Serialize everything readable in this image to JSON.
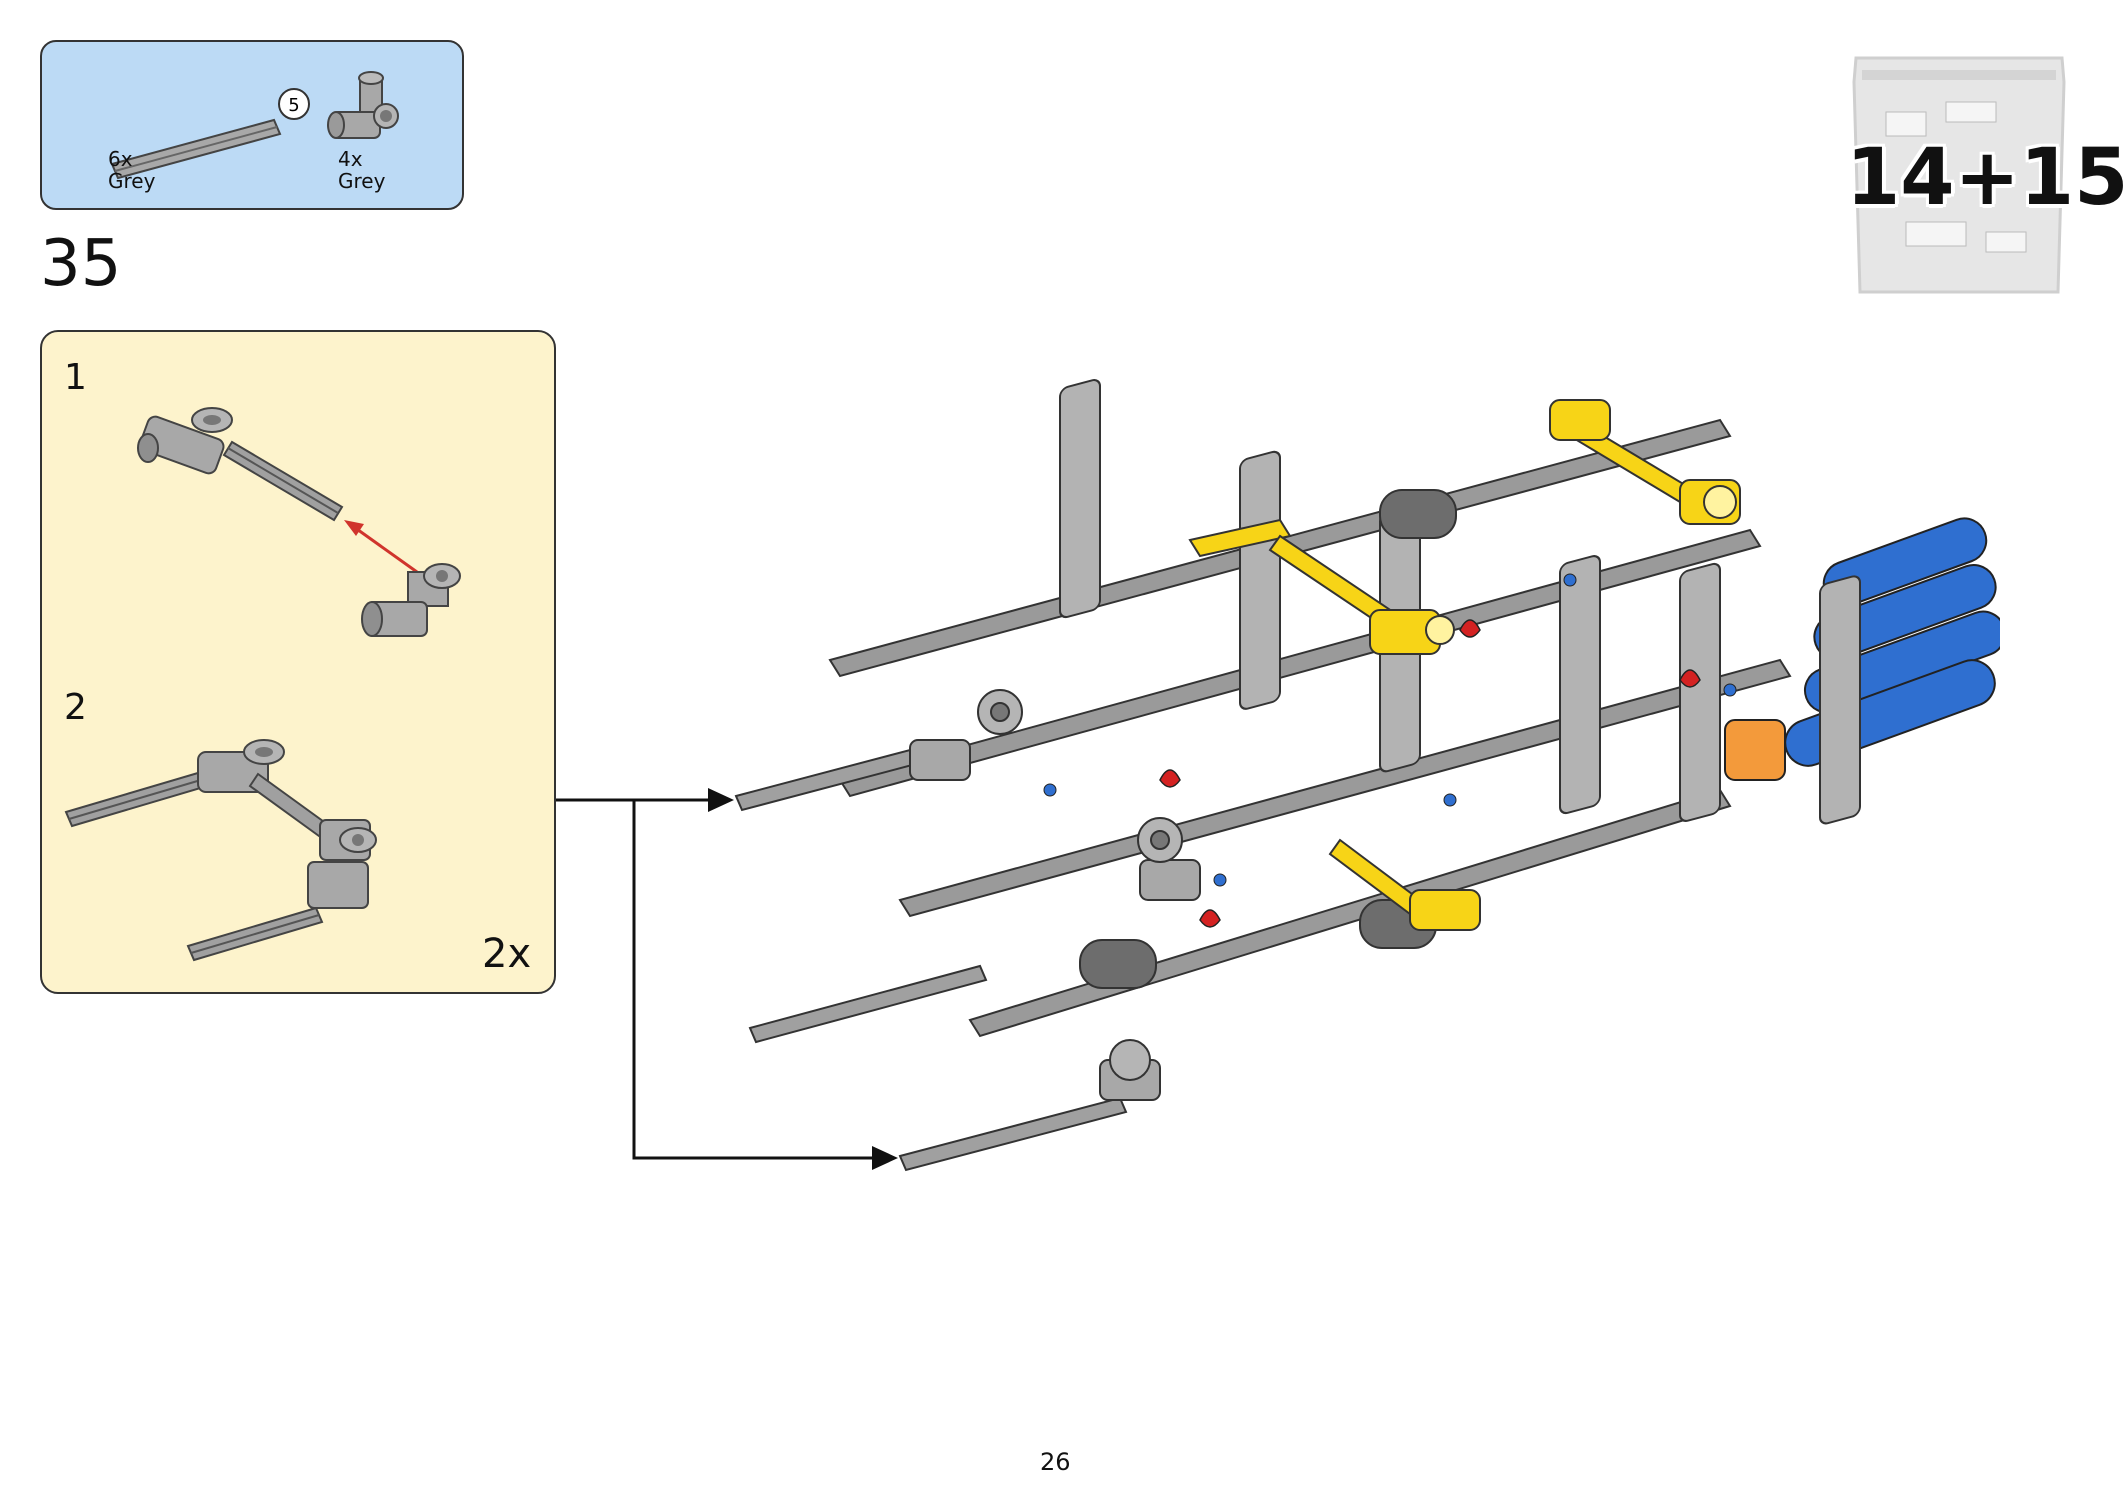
{
  "parts_list": {
    "items": [
      {
        "qty": "6x",
        "color": "Grey",
        "icon": "axle-icon",
        "length_callout": "5"
      },
      {
        "qty": "4x",
        "color": "Grey",
        "icon": "angle-connector-icon"
      }
    ]
  },
  "step": {
    "number": "35"
  },
  "sub_assembly": {
    "steps": [
      {
        "number": "1"
      },
      {
        "number": "2"
      }
    ],
    "multiplier": "2x"
  },
  "bag": {
    "label": "14+15",
    "icon": "parts-bag-icon"
  },
  "page": {
    "number": "26"
  },
  "colors": {
    "parts_box_bg": "#bcdaf5",
    "sub_box_bg": "#fdf3cc",
    "grey_part": "#a8a8a8",
    "dark_grey_part": "#6d6d6d",
    "yellow_part": "#f7d417",
    "blue_part": "#2f6fd0",
    "orange_part": "#f39a3b",
    "red_pin": "#d42222",
    "insert_arrow": "#d0342c"
  }
}
